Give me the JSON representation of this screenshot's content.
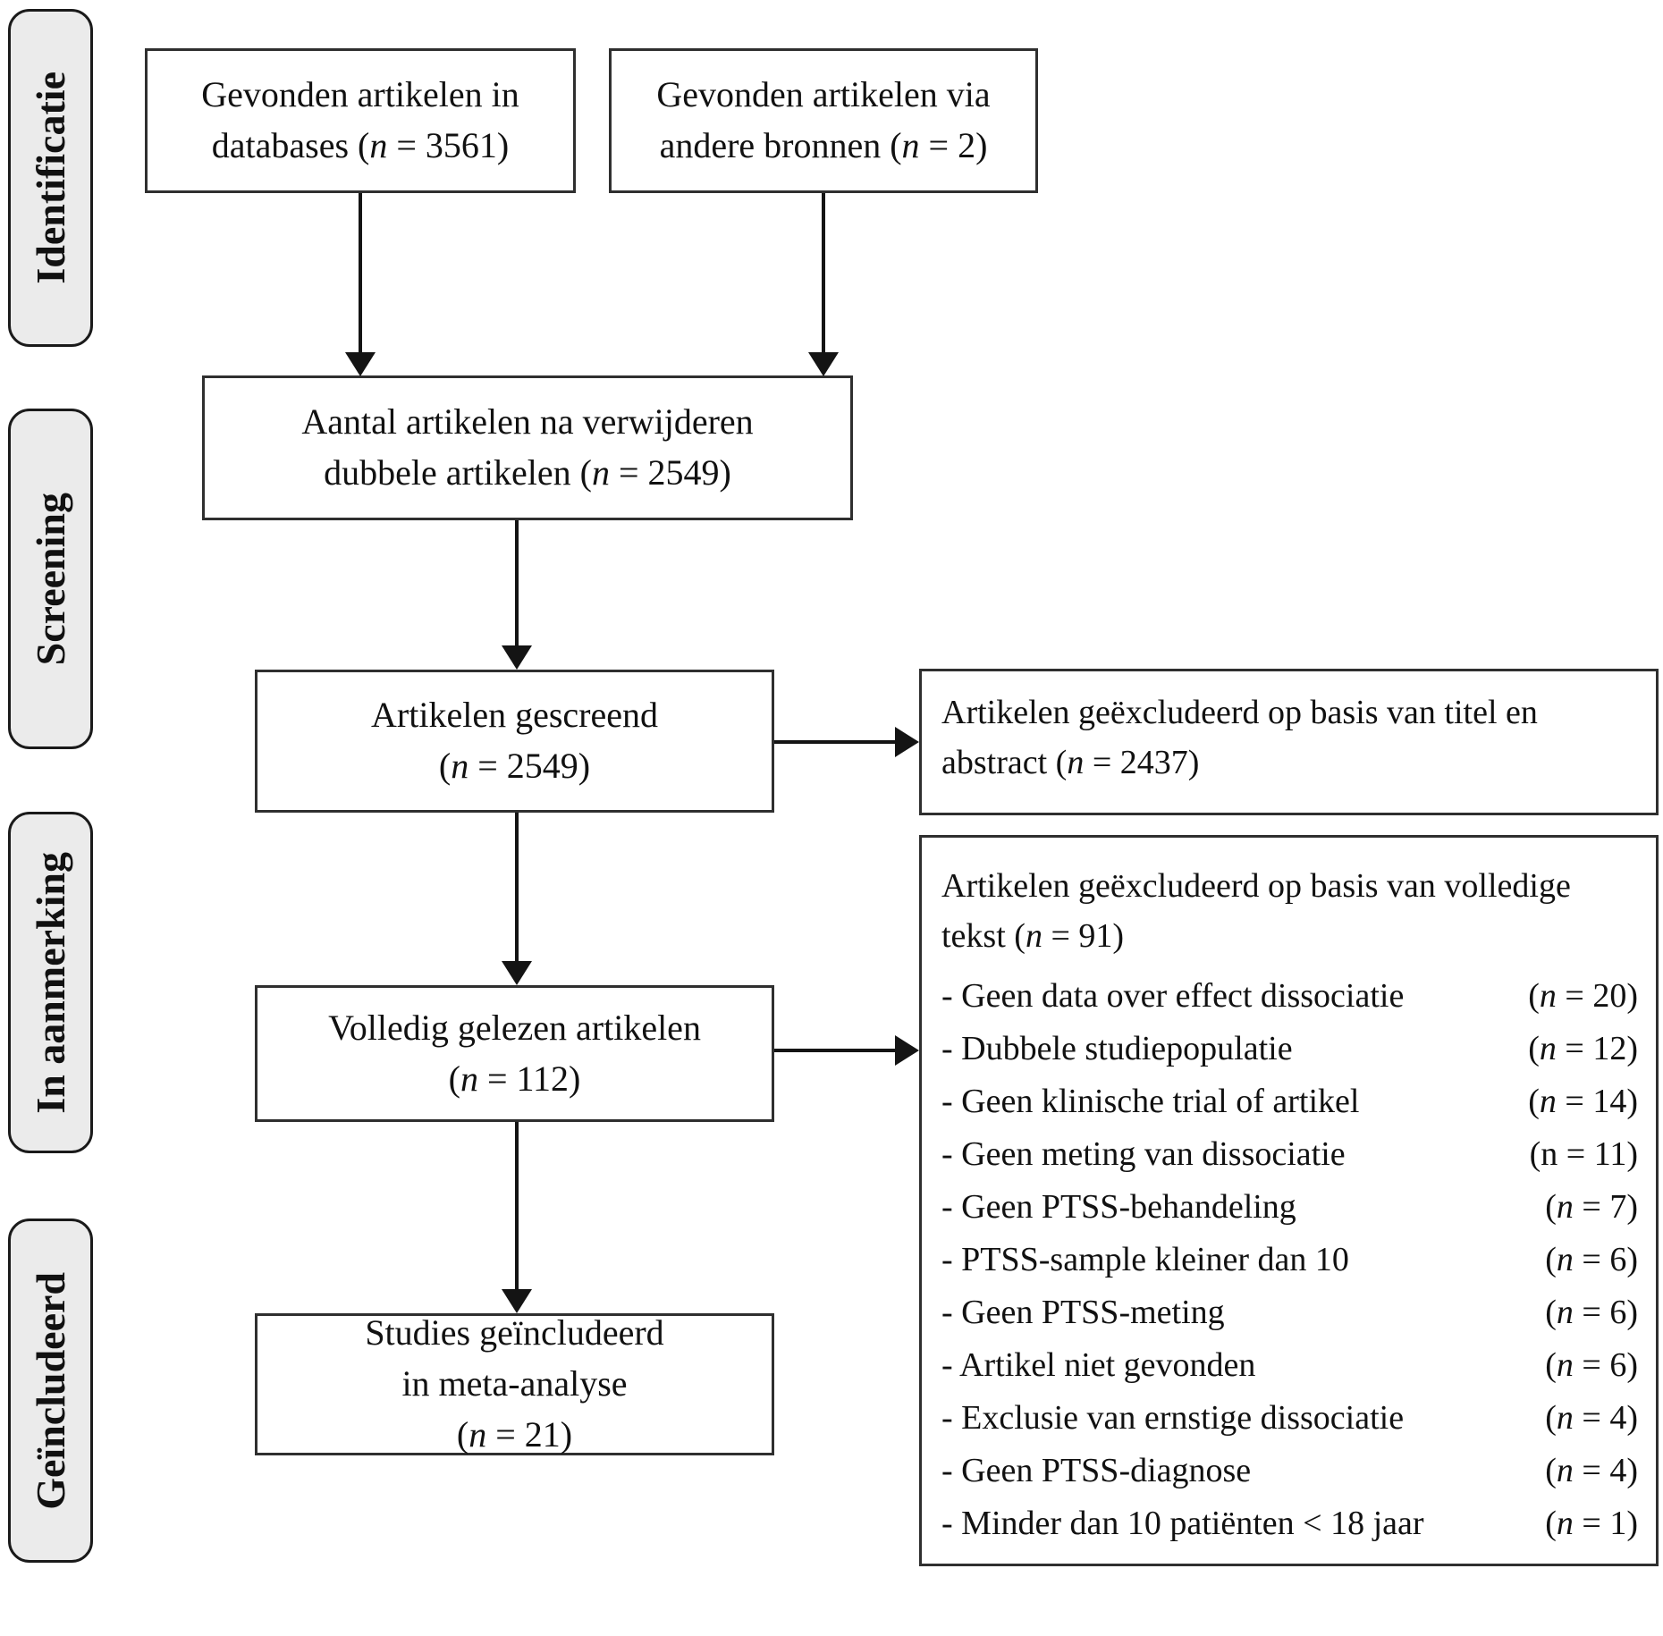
{
  "colors": {
    "background": "#ffffff",
    "stage_fill": "#ebebeb",
    "stage_border": "#1a1a1a",
    "box_border": "#2f2f2f",
    "arrow": "#141414",
    "text": "#111111"
  },
  "sidebar": {
    "stages": [
      {
        "label": "Identificatie"
      },
      {
        "label": "Screening"
      },
      {
        "label": "In aanmerking"
      },
      {
        "label": "Geïncludeerd"
      }
    ]
  },
  "boxes": {
    "found_databases": "Gevonden artikelen in\ndatabases ({n} = 3561)",
    "found_other_sources": "Gevonden artikelen via\nandere bronnen ({n} = 2)",
    "after_deduplication": "Aantal artikelen na verwijderen\ndubbele artikelen ({n} = 2549)",
    "screened": "Artikelen gescreend\n({n} = 2549)",
    "full_text_read": "Volledig gelezen artikelen\n({n} = 112)",
    "included_meta_analysis": "Studies geïncludeerd\nin meta-analyse\n({n} = 21)",
    "excluded_title_abstract": "Artikelen geëxcludeerd op basis van titel en\nabstract ({n} = 2437)"
  },
  "exclusion_fulltext": {
    "title": "Artikelen geëxcludeerd op basis van volledige\ntekst ({n} = 91)",
    "items": [
      {
        "label": "- Geen data over effect dissociatie",
        "count": "({n} = 20)"
      },
      {
        "label": "- Dubbele studiepopulatie",
        "count": "({n} = 12)"
      },
      {
        "label": "- Geen klinische trial of artikel",
        "count": "({n} = 14)"
      },
      {
        "label": "- Geen meting van dissociatie",
        "count": "(n = 11)"
      },
      {
        "label": "- Geen PTSS-behandeling",
        "count": "({n} = 7)"
      },
      {
        "label": "- PTSS-sample kleiner dan 10",
        "count": "({n} = 6)"
      },
      {
        "label": "- Geen PTSS-meting",
        "count": "({n} = 6)"
      },
      {
        "label": "- Artikel niet gevonden",
        "count": "({n} = 6)"
      },
      {
        "label": "- Exclusie van ernstige dissociatie",
        "count": "({n} = 4)"
      },
      {
        "label": "- Geen PTSS-diagnose",
        "count": "({n} = 4)"
      },
      {
        "label": "- Minder dan 10 patiënten < 18 jaar",
        "count": "({n} = 1)"
      }
    ]
  }
}
